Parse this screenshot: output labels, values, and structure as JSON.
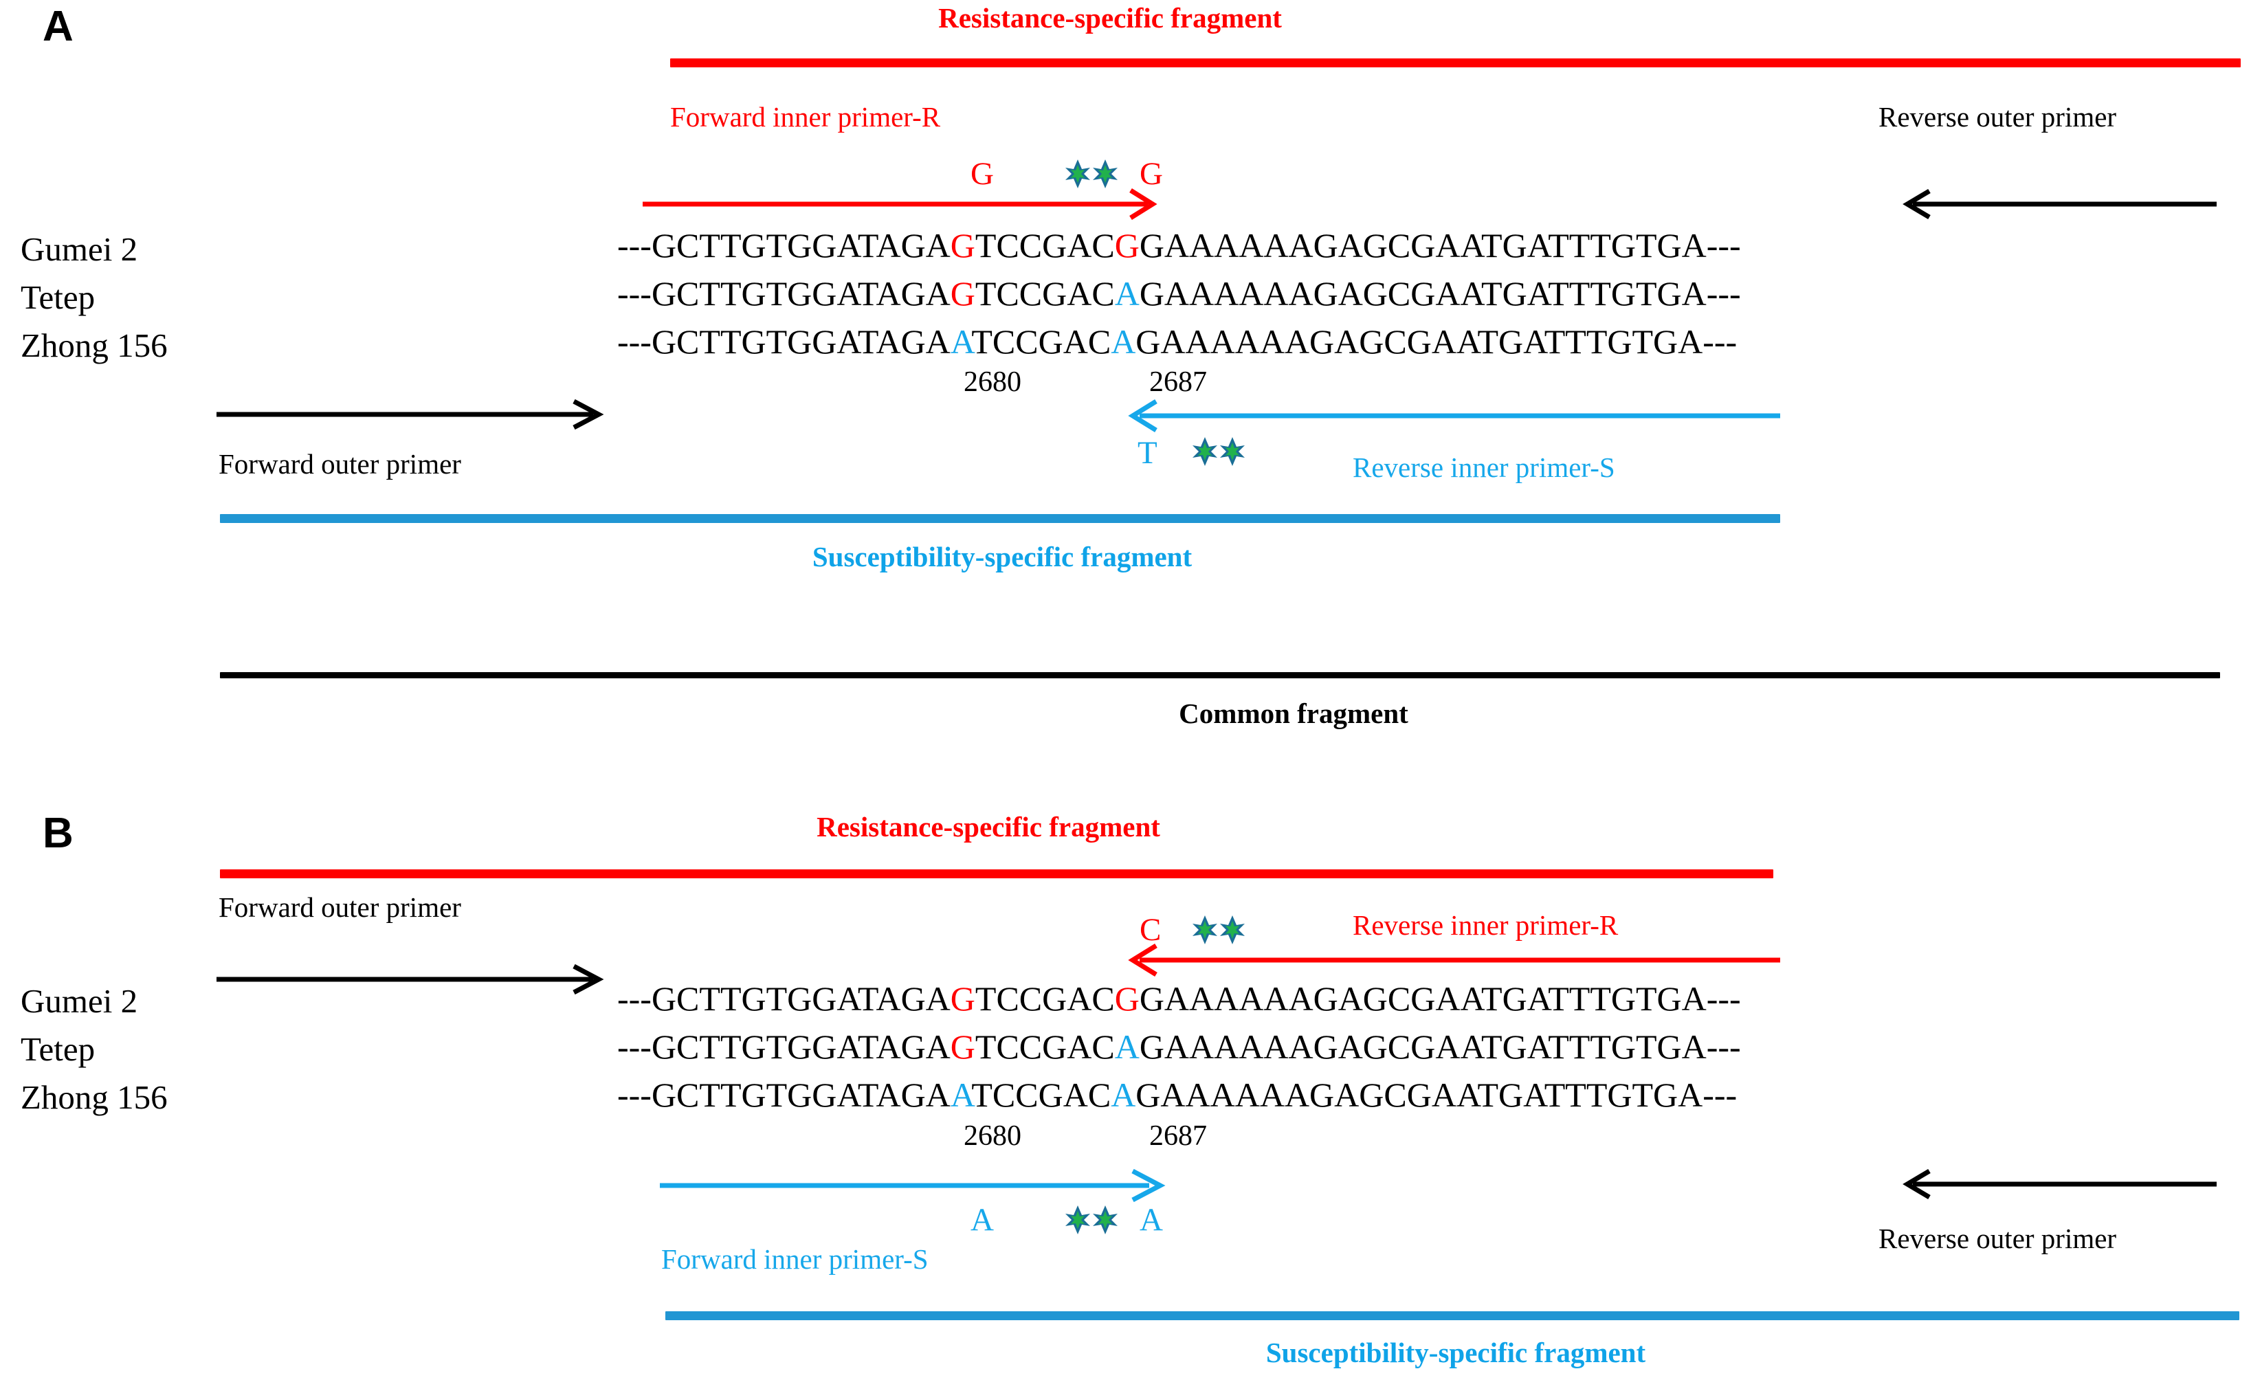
{
  "figure": {
    "panels": [
      {
        "letter": "A",
        "top_fragment_label": "Resistance-specific fragment",
        "bottom_fragment_label": "Susceptibility-specific fragment",
        "common_fragment_label": "Common fragment",
        "primers": {
          "forward_inner": "Forward inner primer-R",
          "reverse_inner": "Reverse  inner primer-S",
          "forward_outer": "Forward outer primer",
          "reverse_outer": "Reverse outer primer"
        },
        "inner_primer_bases_top": {
          "left": "G",
          "right": "G"
        },
        "inner_primer_bases_bottom": {
          "left": "T"
        }
      },
      {
        "letter": "B",
        "top_fragment_label": "Resistance-specific fragment",
        "bottom_fragment_label": "Susceptibility-specific fragment",
        "primers": {
          "forward_inner": "Forward inner primer-S",
          "reverse_inner": "Reverse  inner primer-R",
          "forward_outer": "Forward outer primer",
          "reverse_outer": "Reverse outer primer"
        },
        "inner_primer_bases_top": {
          "left": "C"
        },
        "inner_primer_bases_bottom": {
          "left": "A",
          "right": "A"
        }
      }
    ],
    "strains": [
      "Gumei 2",
      "Tetep",
      "Zhong 156"
    ],
    "positions": {
      "snp1": "2680",
      "snp2": "2687"
    },
    "alignment": {
      "prefix": "---GCTTGTGGATAGA",
      "middle": "TCCGAC",
      "suffix": "GAAAAAAGAGCGAATGATTTGTGA---",
      "rows": [
        {
          "strain": "Gumei 2",
          "snp1": "G",
          "snp1_color": "red",
          "snp2": "G",
          "snp2_color": "red"
        },
        {
          "strain": "Tetep",
          "snp1": "G",
          "snp1_color": "red",
          "snp2": "A",
          "snp2_color": "blue"
        },
        {
          "strain": "Zhong 156",
          "snp1": "A",
          "snp1_color": "blue",
          "snp2": "A",
          "snp2_color": "blue"
        }
      ]
    },
    "colors": {
      "resistance_red": "#FF0000",
      "susceptibility_blue": "#2196D3",
      "label_blue": "#16A7EA",
      "common_black": "#000000",
      "star_outer": "#1A6E96",
      "star_inner": "#22B14C"
    }
  }
}
